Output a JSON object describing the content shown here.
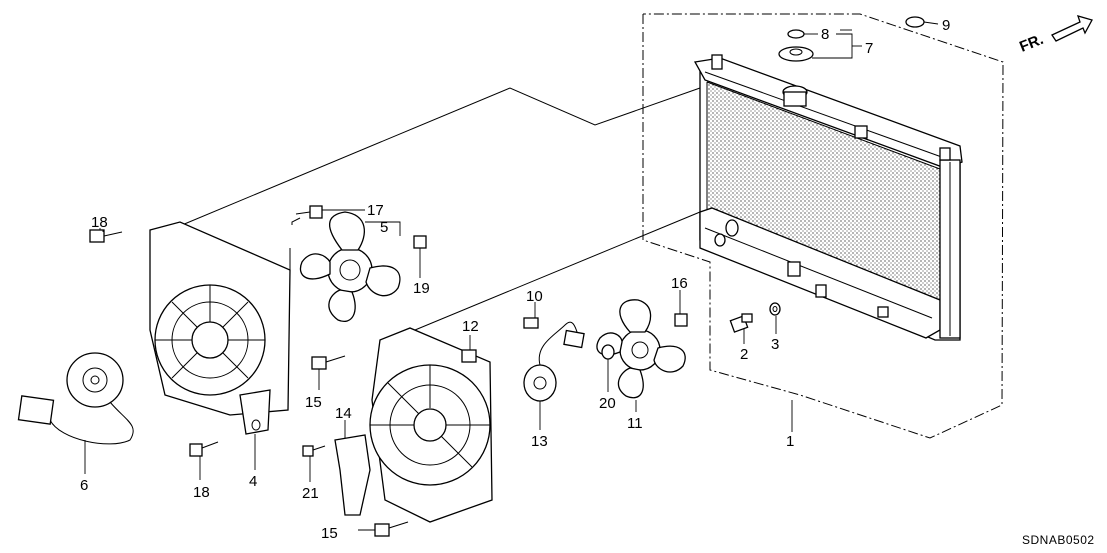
{
  "diagram": {
    "code": "SDNAB0502",
    "direction": "FR.",
    "callouts": {
      "c1": "1",
      "c2": "2",
      "c3": "3",
      "c4": "4",
      "c5": "5",
      "c6": "6",
      "c7": "7",
      "c8": "8",
      "c9": "9",
      "c10": "10",
      "c11": "11",
      "c12": "12",
      "c13": "13",
      "c14": "14",
      "c15a": "15",
      "c15b": "15",
      "c16": "16",
      "c17": "17",
      "c18a": "18",
      "c18b": "18",
      "c19": "19",
      "c20": "20",
      "c21": "21"
    }
  }
}
